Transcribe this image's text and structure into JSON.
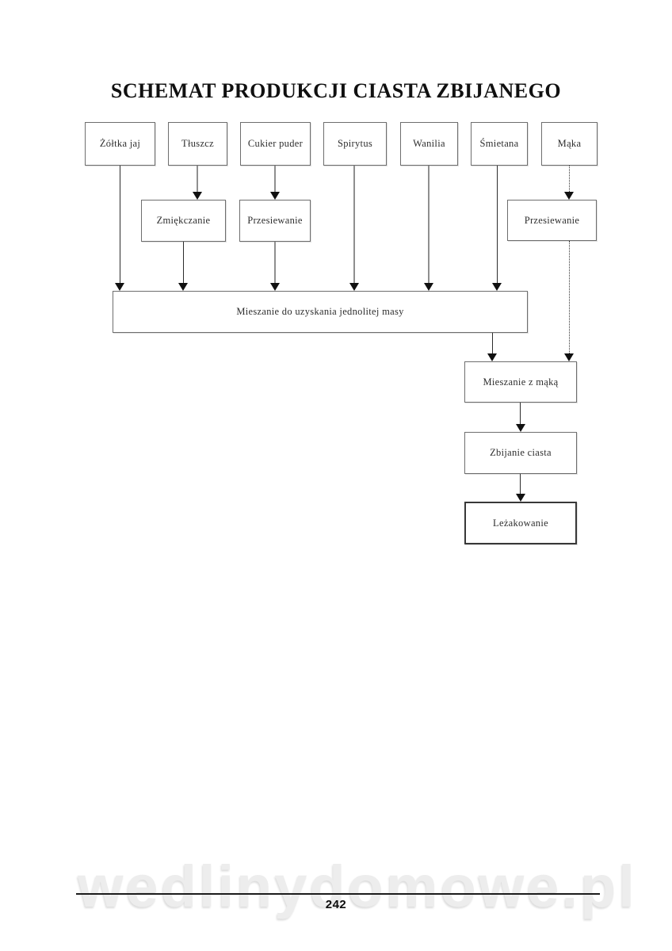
{
  "page": {
    "title": "SCHEMAT PRODUKCJI CIASTA ZBIJANEGO",
    "page_number": "242",
    "watermark": "wedlinydomowe.pl"
  },
  "nodes": {
    "zoltka_jaj": {
      "label": "Żółtka jaj",
      "type": "ingredient"
    },
    "tluszcz": {
      "label": "Tłuszcz",
      "type": "ingredient"
    },
    "cukier_puder": {
      "label": "Cukier puder",
      "type": "ingredient"
    },
    "spirytus": {
      "label": "Spirytus",
      "type": "ingredient"
    },
    "wanilia": {
      "label": "Wanilia",
      "type": "ingredient"
    },
    "smietana": {
      "label": "Śmietana",
      "type": "ingredient"
    },
    "maka": {
      "label": "Mąka",
      "type": "ingredient"
    },
    "zmiekczanie": {
      "label": "Zmiękczanie",
      "type": "process"
    },
    "przesiewanie_cukier": {
      "label": "Przesiewanie",
      "type": "process"
    },
    "przesiewanie_maka": {
      "label": "Przesiewanie",
      "type": "process"
    },
    "mieszanie": {
      "label": "Mieszanie do uzyskania jednolitej masy",
      "type": "process"
    },
    "mieszanie_z_maka": {
      "label": "Mieszanie z mąką",
      "type": "process"
    },
    "zbijanie_ciasta": {
      "label": "Zbijanie ciasta",
      "type": "process"
    },
    "lezakowanie": {
      "label": "Leżakowanie",
      "type": "process"
    }
  },
  "edges": [
    {
      "from": "Żółtka jaj",
      "to": "Mieszanie do uzyskania jednolitej masy",
      "style": "solid"
    },
    {
      "from": "Tłuszcz",
      "to": "Zmiękczanie",
      "style": "solid"
    },
    {
      "from": "Zmiękczanie",
      "to": "Mieszanie do uzyskania jednolitej masy",
      "style": "solid"
    },
    {
      "from": "Cukier puder",
      "to": "Przesiewanie",
      "style": "solid"
    },
    {
      "from": "Przesiewanie (cukier puder)",
      "to": "Mieszanie do uzyskania jednolitej masy",
      "style": "solid"
    },
    {
      "from": "Spirytus",
      "to": "Mieszanie do uzyskania jednolitej masy",
      "style": "solid"
    },
    {
      "from": "Wanilia",
      "to": "Mieszanie do uzyskania jednolitej masy",
      "style": "solid"
    },
    {
      "from": "Śmietana",
      "to": "Mieszanie do uzyskania jednolitej masy",
      "style": "solid"
    },
    {
      "from": "Mąka",
      "to": "Przesiewanie (mąka)",
      "style": "dotted"
    },
    {
      "from": "Przesiewanie (mąka)",
      "to": "Mieszanie z mąką",
      "style": "dotted"
    },
    {
      "from": "Mieszanie do uzyskania jednolitej masy",
      "to": "Mieszanie z mąką",
      "style": "solid"
    },
    {
      "from": "Mieszanie z mąką",
      "to": "Zbijanie ciasta",
      "style": "solid"
    },
    {
      "from": "Zbijanie ciasta",
      "to": "Leżakowanie",
      "style": "solid"
    }
  ]
}
